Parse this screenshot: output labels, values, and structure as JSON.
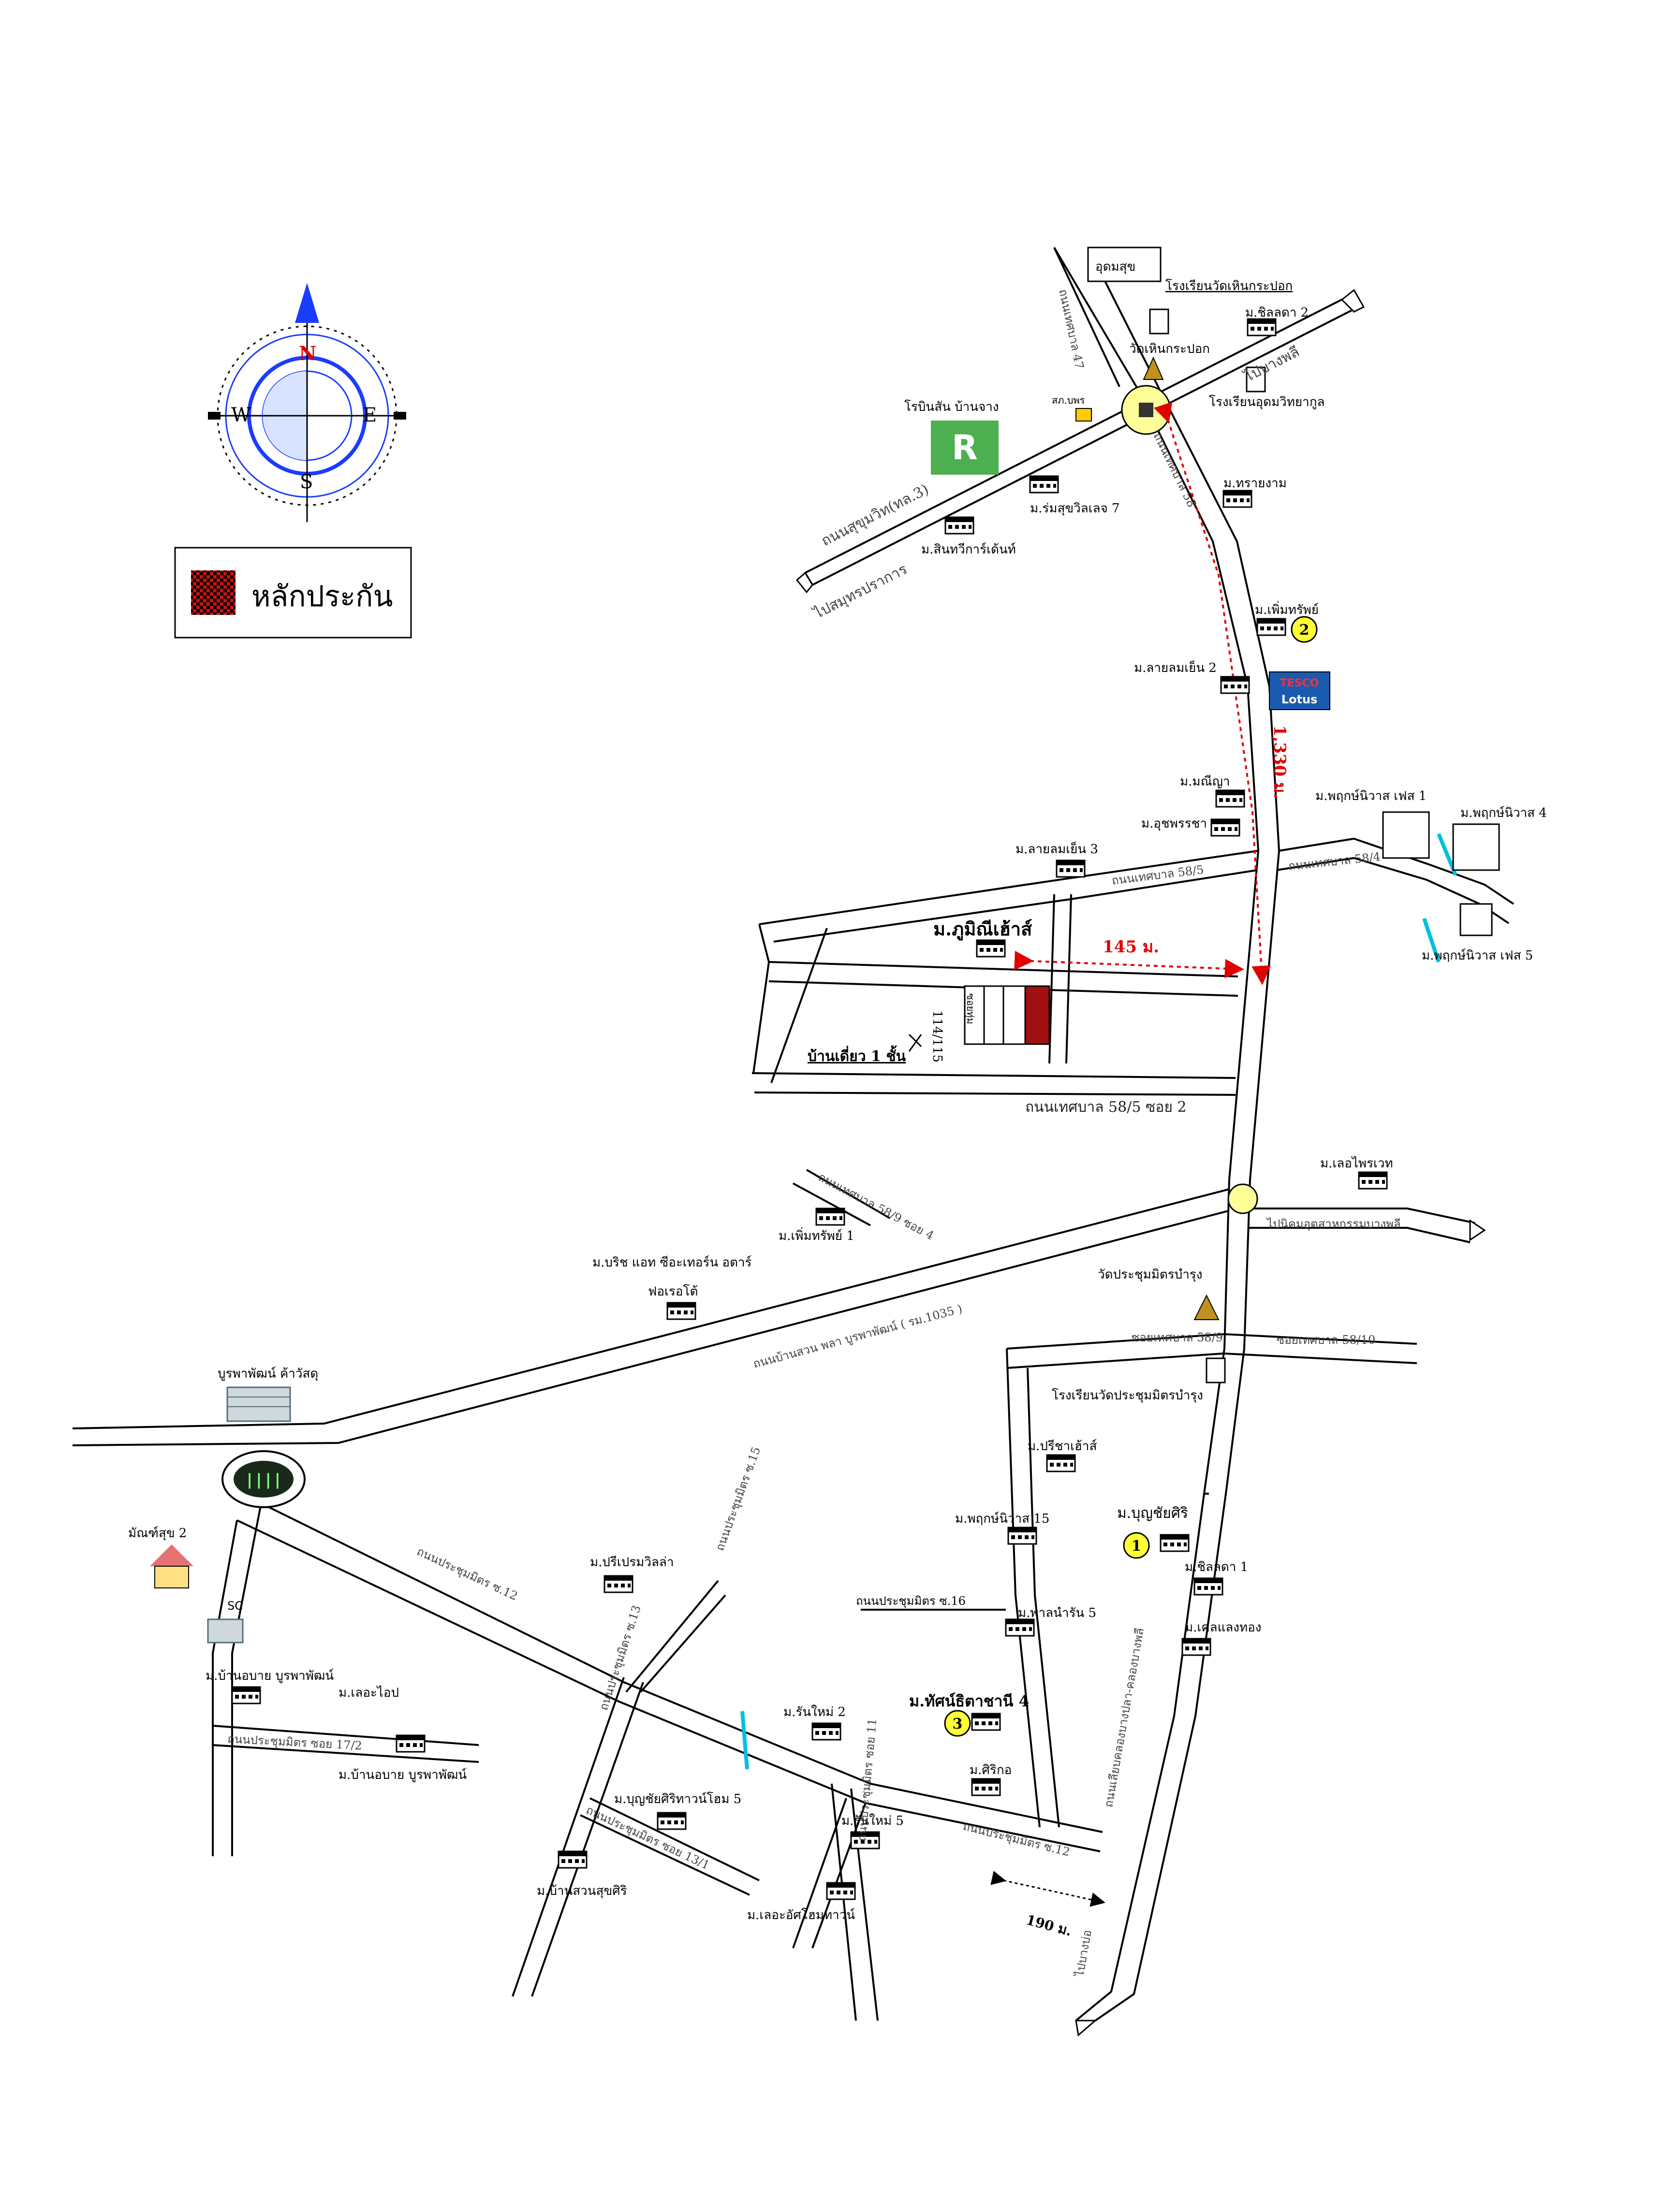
{
  "legend": {
    "label": "หลักประกัน",
    "swatch_color": "#d01010"
  },
  "compass": {
    "n": "N",
    "e": "E",
    "s": "S",
    "w": "W",
    "accent_color": "#1a3cff",
    "north_color": "#e00000"
  },
  "roads": {
    "sukhumvit": "ถนนสุขุมวิท(ทล.3)",
    "sukhumvit_east": "ไปบางพลี",
    "sukhumvit_west": "ไปสมุทรปราการ",
    "thetsaban58": "ถนนเทศบาล 58",
    "thetsaban47": "ถนนเทศบาล 47",
    "north_box": "อุดมสุข",
    "soi_58_5": "ถนนเทศบาล 58/5",
    "soi_58_4": "ถนนเทศบาล 58/4",
    "soi_58_5_2": "ถนนเทศบาล 58/5 ซอย 2",
    "soi_58_9_4": "ถนนเทศบาล 58/9 ซอย 4",
    "burapha_road": "ถนนบ้านสวน พลา บูรพาพัฒน์ ( รม.1035 )",
    "to_industrial": "ไปนิคมอุตสาหกรรมบางพลี",
    "soi_58_9": "ซอยเทศบาล 58/9",
    "soi_58_10": "ซอยเทศบาล 58/10",
    "prachum_12": "ถนนประชุมมิตร ซ.12",
    "prachum_15": "ถนนประชุมมิตร ซ.15",
    "prachum_16": "ถนนประชุมมิตร ซ.16",
    "prachum_13": "ถนนประชุมมิตร ซ.13",
    "prachum_17_2": "ถนนประชุมมิตร ซอย 17/2",
    "prachum_13_1": "ถนนประชุมมิตร ซอย 13/1",
    "prachum_11": "ถนนประชุมมิตร ซอย 11",
    "prachum_12b": "ถนนประชุมมิตร ซ.12",
    "canal_road": "ถนนเลียบคลองบางปลา-คลองบางพลี",
    "south_arrow": "ไปบางบ่อ"
  },
  "places": {
    "school_top": "โรงเรียนวัดเหินกระปอก",
    "village_chill2": "ม.ชิลลดา 2",
    "temple_top": "วัดเหินกระปอก",
    "school_top2": "โรงเรียนอุดมวิทยากูล",
    "police": "สภ.บพร",
    "robinson": "โรบินสัน บ้านจาง",
    "village_romyen7": "ม.ร่มสุขวิลเลจ 7",
    "village_sinthai": "ม.สินทวีการ์เด้นท์",
    "village_thanyakam": "ม.ทรายงาม",
    "village_permsap": "ม.เพิ่มทรัพย์",
    "village_lalomyen2": "ม.ลายลมเย็น 2",
    "tesco": "TESCO",
    "lotus": "Lotus",
    "village_manya": "ม.มณีญา",
    "village_uthuchai": "ม.อุชพรรชา",
    "village_phai1": "ม.พฤกษ์นิวาส เฟส 1",
    "village_phai4": "ม.พฤกษ์นิวาส 4",
    "village_phai5": "ม.พฤกษ์นิวาส เฟส 5",
    "village_lalomyen3": "ม.ลายลมเย็น 3",
    "village_phumi": "ม.ภูมิณีเฮ้าส์",
    "house_id": "114/115",
    "house_road": "ซอยทุ่ม",
    "house_type": "บ้านเดี่ยว 1 ชั้น",
    "village_leprai": "ม.เลอไพรเวท",
    "village_permsap1": "ม.เพิ่มทรัพย์ 1",
    "village_bricks": "ม.บริช แอท ซีอะเทอร์น อตาร์",
    "village_fortune": "ฟอเรอโต้",
    "temple_prachum": "วัดประชุมมิตรบำรุง",
    "school_prachum": "โรงเรียนวัดประชุมมิตรบำรุง",
    "burapha_market": "บูรพาพัฒน์ ค้าวัสดุ",
    "village_priya": "ม.ปรีชาเฮ้าส์",
    "village_bunchai": "ม.บุญชัยศิริ",
    "village_phai15": "ม.พฤกษ์นิวาส 15",
    "village_chill1": "ม.ชิลลดา 1",
    "village_kaew": "ม.เคลแลงทอง",
    "village_taen": "ม.พาลนำรัน 5",
    "sukjai2": "มัณฑ์สุข 2",
    "sc": "SC",
    "village_preeprem": "ม.ปรีเปรมวิลล่า",
    "village_ban_burapha": "ม.บ้านอบาย บูรพาพัฒน์",
    "village_lacop": "ม.เลอะไอป",
    "village_ban_burapha2": "ม.บ้านอบาย บูรพาพัฒน์",
    "village_runmai2": "ม.รันใหม่ 2",
    "village_tatsanai": "ม.ทัศน์ธิตาชานี 4",
    "village_siri": "ม.ศิริกอ",
    "village_bunchai5": "ม.บุญชัยศิริทาวน์โฮม 5",
    "village_runmai5": "ม.รันใหม่ 5",
    "village_ban_suan": "ม.บ้านสวนสุขศิริ",
    "village_lalu": "ม.เลอะอัศโฮมทาวน์"
  },
  "distances": {
    "north_south": "1,330 ม.",
    "east_west": "145 ม.",
    "bottom": "190 ม."
  },
  "markers": [
    "1",
    "2",
    "3"
  ]
}
